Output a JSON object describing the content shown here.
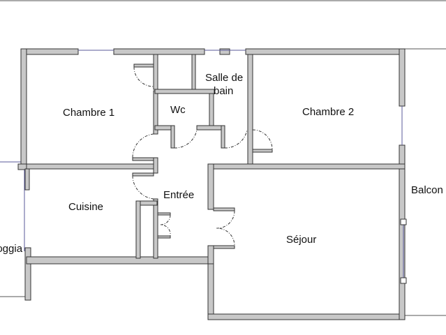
{
  "rooms": {
    "chambre1": "Chambre 1",
    "salle_de_bain_line1": "Salle de",
    "salle_de_bain_line2": "bain",
    "wc": "Wc",
    "chambre2": "Chambre 2",
    "cuisine": "Cuisine",
    "entree": "Entrée",
    "sejour": "Séjour",
    "balcon": "Balcon",
    "loggia": "Loggia"
  },
  "colors": {
    "wall_fill": "#c8c8c8",
    "wall_outline": "#333333",
    "window": "#5a5a9a"
  }
}
